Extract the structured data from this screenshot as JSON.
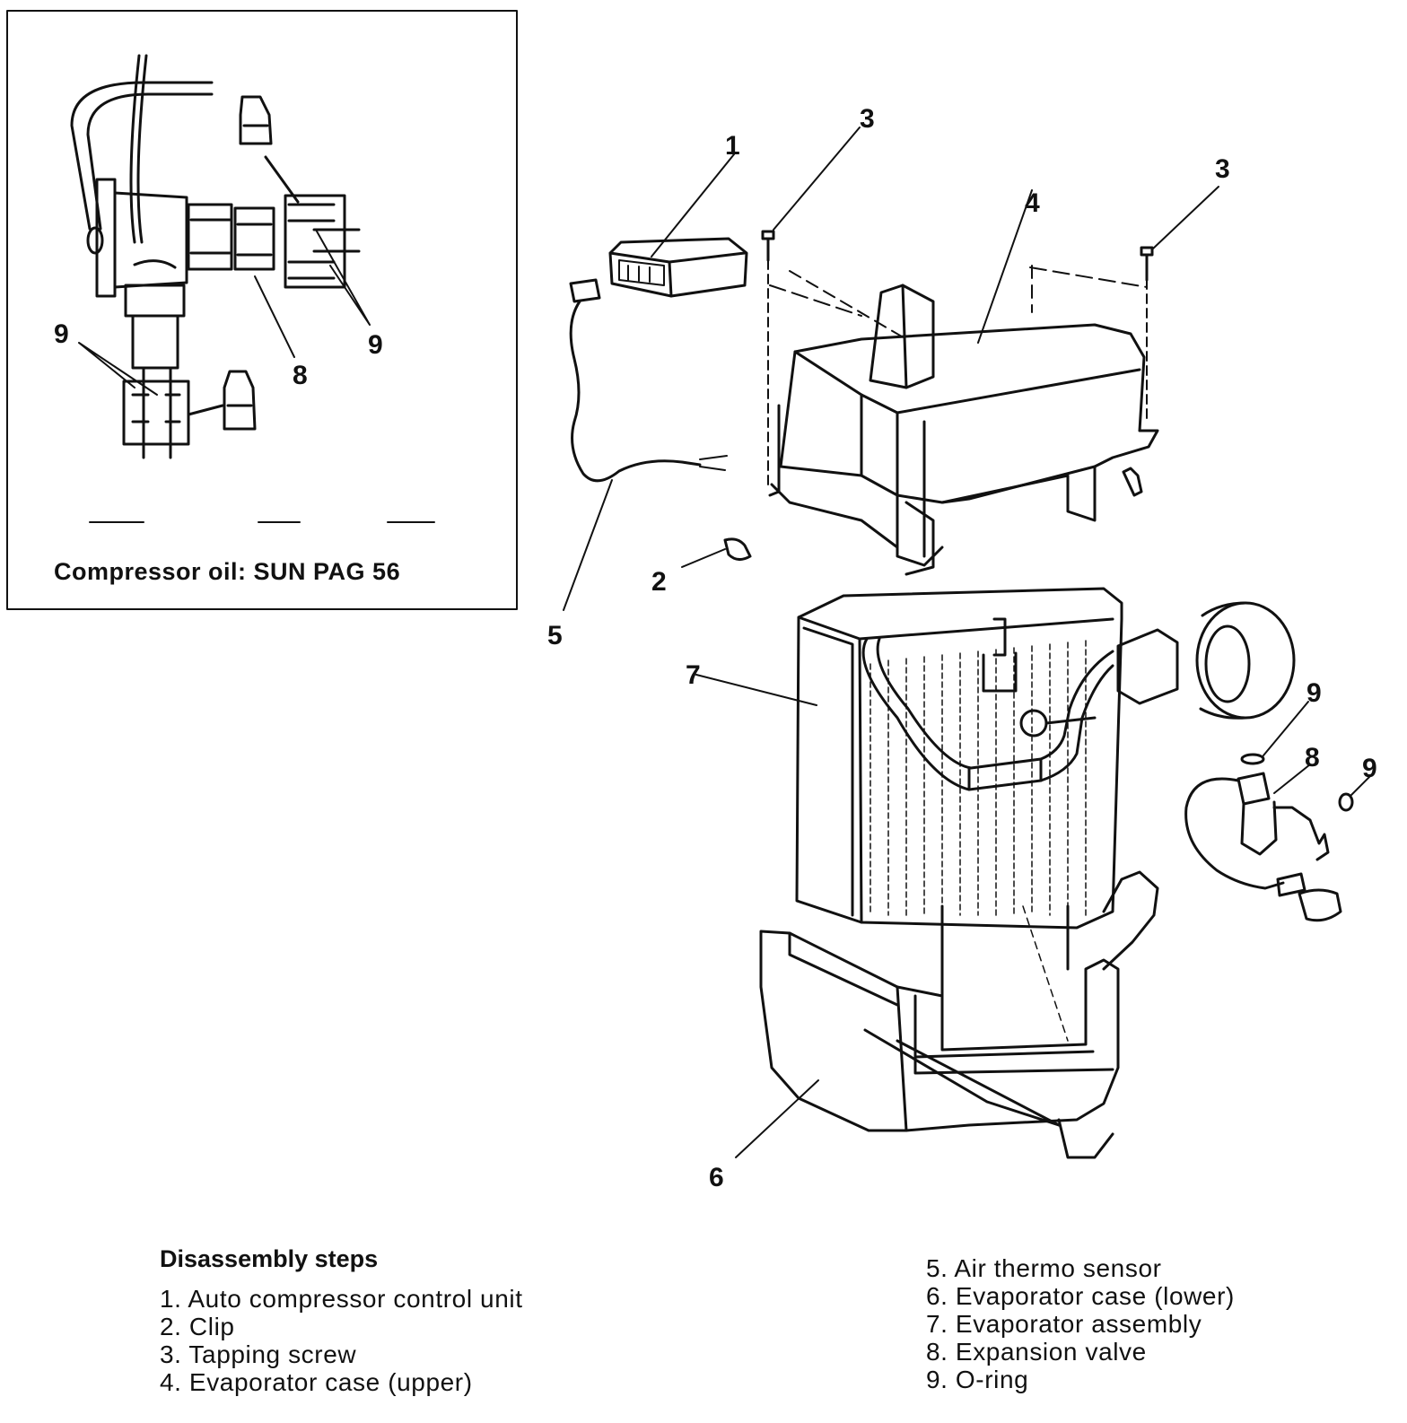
{
  "inset": {
    "caption": "Compressor oil: SUN PAG 56",
    "callouts": {
      "oring_left": "9",
      "oring_right": "9",
      "valve": "8"
    }
  },
  "callouts": {
    "c1": "1",
    "c2": "2",
    "c3a": "3",
    "c3b": "3",
    "c4": "4",
    "c5": "5",
    "c6": "6",
    "c7": "7",
    "c8": "8",
    "c9a": "9",
    "c9b": "9"
  },
  "steps": {
    "title": "Disassembly steps",
    "left": [
      "1. Auto compressor control unit",
      "2. Clip",
      "3. Tapping screw",
      "4. Evaporator case (upper)"
    ],
    "right": [
      "5. Air thermo sensor",
      "6. Evaporator case (lower)",
      "7. Evaporator assembly",
      "8. Expansion valve",
      "9. O-ring"
    ]
  }
}
